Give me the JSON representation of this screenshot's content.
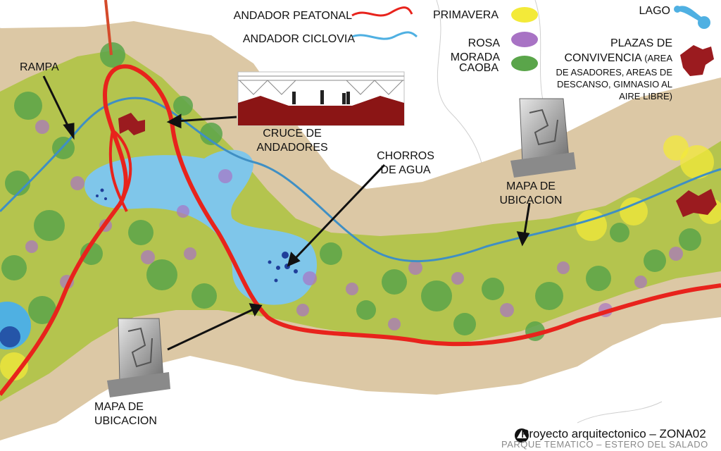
{
  "legend": {
    "andador_peatonal": "ANDADOR PEATONAL",
    "andador_ciclovia": "ANDADOR CICLOVIA",
    "primavera": "PRIMAVERA",
    "rosa_morada": "ROSA\nMORADA",
    "caoba": "CAOBA",
    "lago": "LAGO",
    "plazas_title": "PLAZAS DE",
    "plazas_line1": "CONVIVENCIA",
    "plazas_line1_small": "(AREA",
    "plazas_line2": "DE ASADORES, AREAS DE",
    "plazas_line3": "DESCANSO, GIMNASIO AL",
    "plazas_line4": "AIRE LIBRE)"
  },
  "colors": {
    "peatonal": "#e8231c",
    "ciclovia": "#3f8fc4",
    "primavera": "#f3ea39",
    "rosa_morada": "#a873c4",
    "caoba": "#5aa54a",
    "lago": "#4fb0e2",
    "plazas": "#9b1b1f",
    "band": "#dcc8a5",
    "park": "#b4c44e"
  },
  "labels": {
    "rampa": "RAMPA",
    "cruce": "CRUCE DE\nANDADORES",
    "chorros": "CHORROS\nDE AGUA",
    "mapa_top": "MAPA DE\nUBICACION",
    "mapa_bottom": "MAPA DE\nUBICACION"
  },
  "footer": {
    "project": "Proyecto arquitectonico – ZONA02",
    "subtitle": "PARQUE TEMATICO – ESTERO DEL SALADO"
  }
}
